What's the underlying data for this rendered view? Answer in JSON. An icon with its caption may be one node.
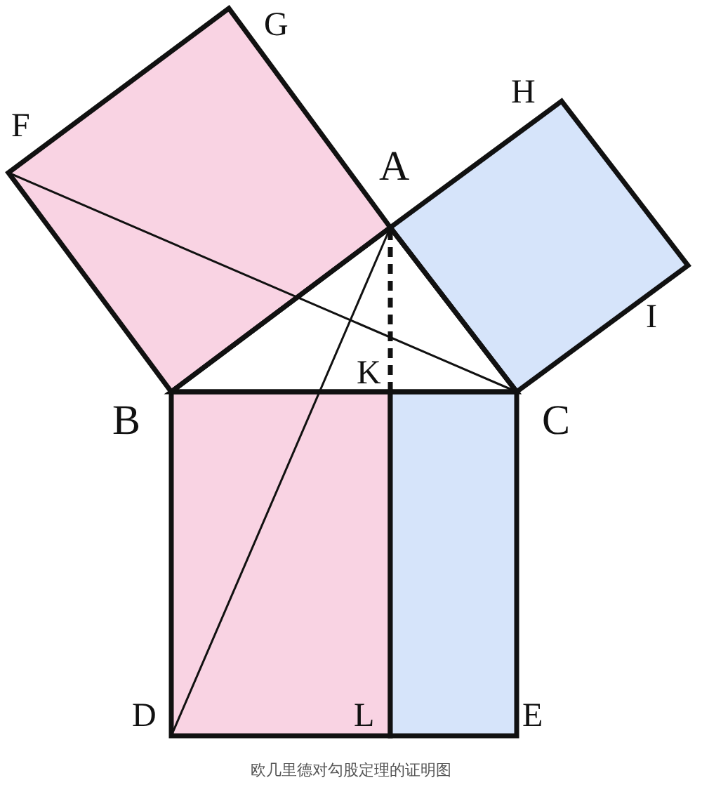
{
  "diagram": {
    "caption": "欧几里德对勾股定理的证明图",
    "labels": [
      "G",
      "F",
      "H",
      "A",
      "I",
      "K",
      "B",
      "C",
      "D",
      "L",
      "E"
    ]
  }
}
